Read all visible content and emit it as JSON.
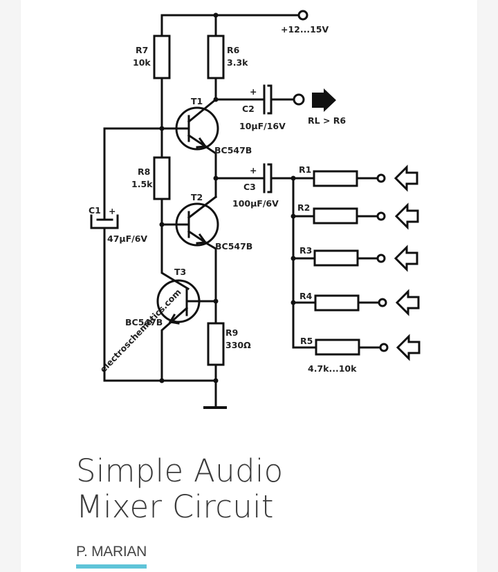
{
  "article": {
    "title_line1": "Simple Audio",
    "title_line2": "Mixer Circuit",
    "author": "P. MARIAN",
    "accent_color": "#5fc4d8"
  },
  "schematic": {
    "watermark": "electroschematics.com",
    "supply": "+12...15V",
    "output_note": "RL > R6",
    "components": {
      "R7": {
        "name": "R7",
        "value": "10k"
      },
      "R6": {
        "name": "R6",
        "value": "3.3k"
      },
      "R8": {
        "name": "R8",
        "value": "1.5k"
      },
      "R9": {
        "name": "R9",
        "value": "330Ω"
      },
      "C1": {
        "name": "C1",
        "value": "47µF/6V"
      },
      "C2": {
        "name": "C2",
        "value": "10µF/16V"
      },
      "C3": {
        "name": "C3",
        "value": "100µF/6V"
      },
      "T1": {
        "name": "T1",
        "type": "BC547B"
      },
      "T2": {
        "name": "T2",
        "type": "BC547B"
      },
      "T3": {
        "name": "T3",
        "type": "BC547B"
      },
      "plus": "+"
    },
    "inputs": [
      "R1",
      "R2",
      "R3",
      "R4",
      "R5"
    ],
    "input_resistor_value": "4.7k...10k"
  }
}
